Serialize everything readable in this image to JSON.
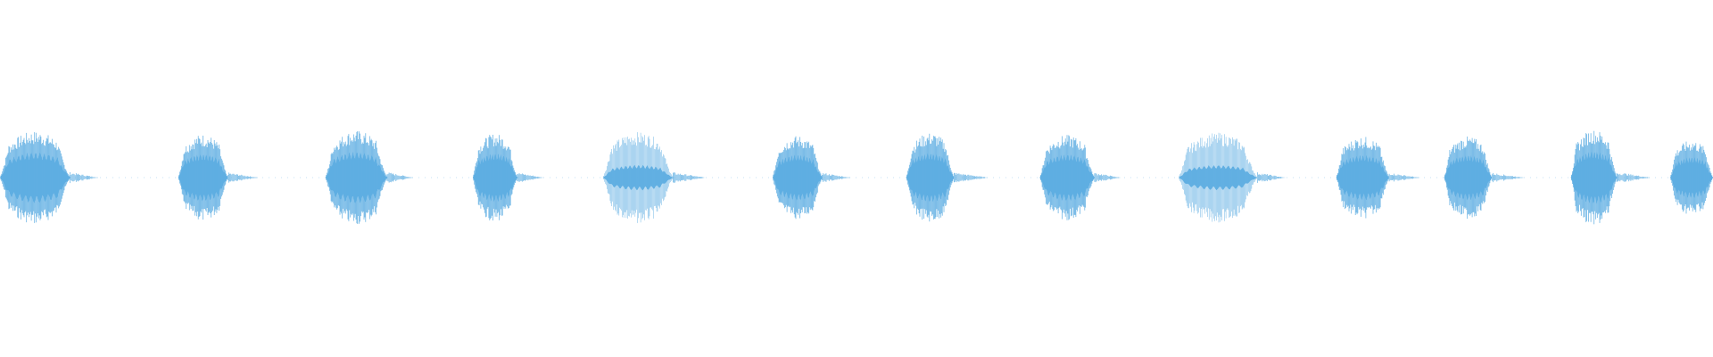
{
  "waveform": {
    "color": "#5dade2",
    "background": "#ffffff",
    "segment_count": 13,
    "segments": [
      {
        "start": 0.0,
        "end": 0.041,
        "peak": 0.62,
        "shape": "dense"
      },
      {
        "start": 0.104,
        "end": 0.133,
        "peak": 0.58,
        "shape": "dense"
      },
      {
        "start": 0.19,
        "end": 0.226,
        "peak": 0.63,
        "shape": "dense"
      },
      {
        "start": 0.276,
        "end": 0.302,
        "peak": 0.59,
        "shape": "dense"
      },
      {
        "start": 0.352,
        "end": 0.393,
        "peak": 0.61,
        "shape": "hollow"
      },
      {
        "start": 0.451,
        "end": 0.48,
        "peak": 0.56,
        "shape": "dense"
      },
      {
        "start": 0.529,
        "end": 0.557,
        "peak": 0.6,
        "shape": "dense"
      },
      {
        "start": 0.607,
        "end": 0.639,
        "peak": 0.57,
        "shape": "dense"
      },
      {
        "start": 0.688,
        "end": 0.734,
        "peak": 0.6,
        "shape": "hollow"
      },
      {
        "start": 0.78,
        "end": 0.811,
        "peak": 0.55,
        "shape": "dense"
      },
      {
        "start": 0.843,
        "end": 0.871,
        "peak": 0.55,
        "shape": "dense"
      },
      {
        "start": 0.917,
        "end": 0.944,
        "peak": 0.64,
        "shape": "dense"
      },
      {
        "start": 0.975,
        "end": 1.0,
        "peak": 0.5,
        "shape": "dense"
      }
    ]
  }
}
